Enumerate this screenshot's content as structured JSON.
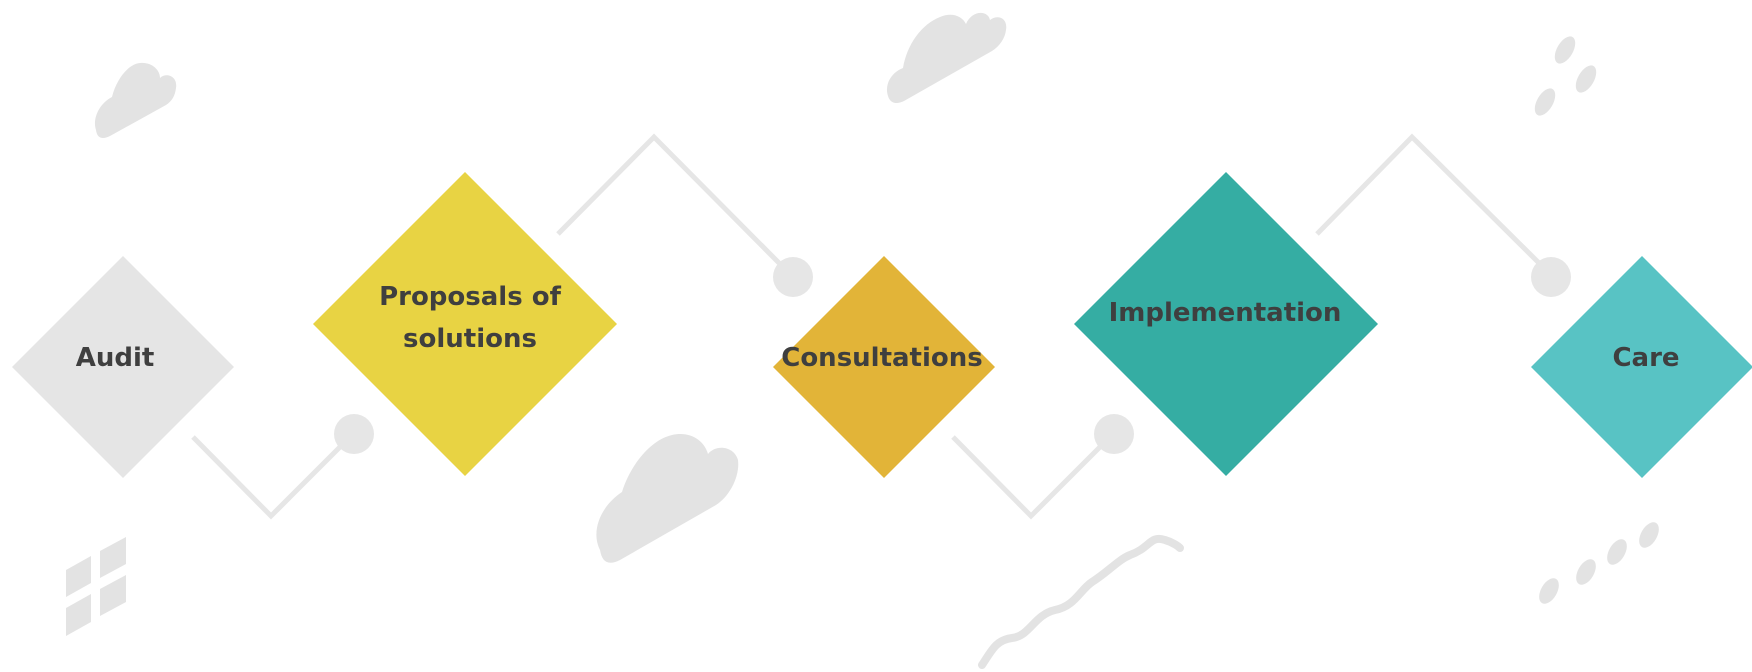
{
  "diagram": {
    "steps": [
      {
        "label_lines": [
          "Audit"
        ],
        "color": "#e5e5e5"
      },
      {
        "label_lines": [
          "Proposals of",
          "solutions"
        ],
        "color": "#e8d343"
      },
      {
        "label_lines": [
          "Consultations"
        ],
        "color": "#e2b438"
      },
      {
        "label_lines": [
          "Implementation"
        ],
        "color": "#35ada3"
      },
      {
        "label_lines": [
          "Care"
        ],
        "color": "#58c3c4"
      }
    ],
    "connector_color": "#e6e6e6",
    "decoration_color": "#e3e3e3"
  }
}
